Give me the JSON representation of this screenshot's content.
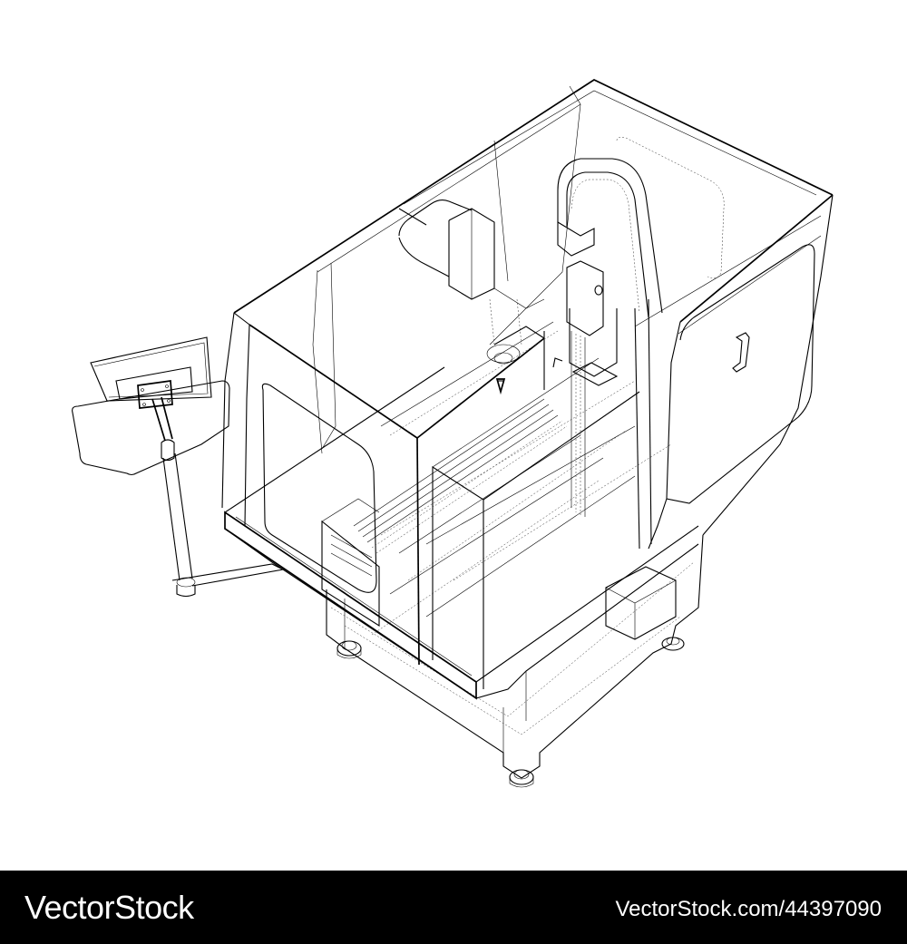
{
  "illustration": {
    "subject": "CNC machine wireframe",
    "style": "black line-art on white",
    "stroke_color": "#000000",
    "background_color": "#ffffff",
    "parts": {
      "enclosure": "cnc-enclosure",
      "spindle_head": "spindle-head",
      "cable_arch": "cable-arch",
      "control_panel": "control-panel-monitor",
      "panel_arm": "monitor-arm",
      "side_window": "side-window",
      "door_handle": "door-handle",
      "worktable": "worktable",
      "base_stand": "base-stand",
      "leveling_feet": "leveling-feet"
    }
  },
  "footer": {
    "brand": "VectorStock",
    "image_id": "VectorStock.com/44397090",
    "background_color": "#000000",
    "text_color": "#ffffff"
  }
}
